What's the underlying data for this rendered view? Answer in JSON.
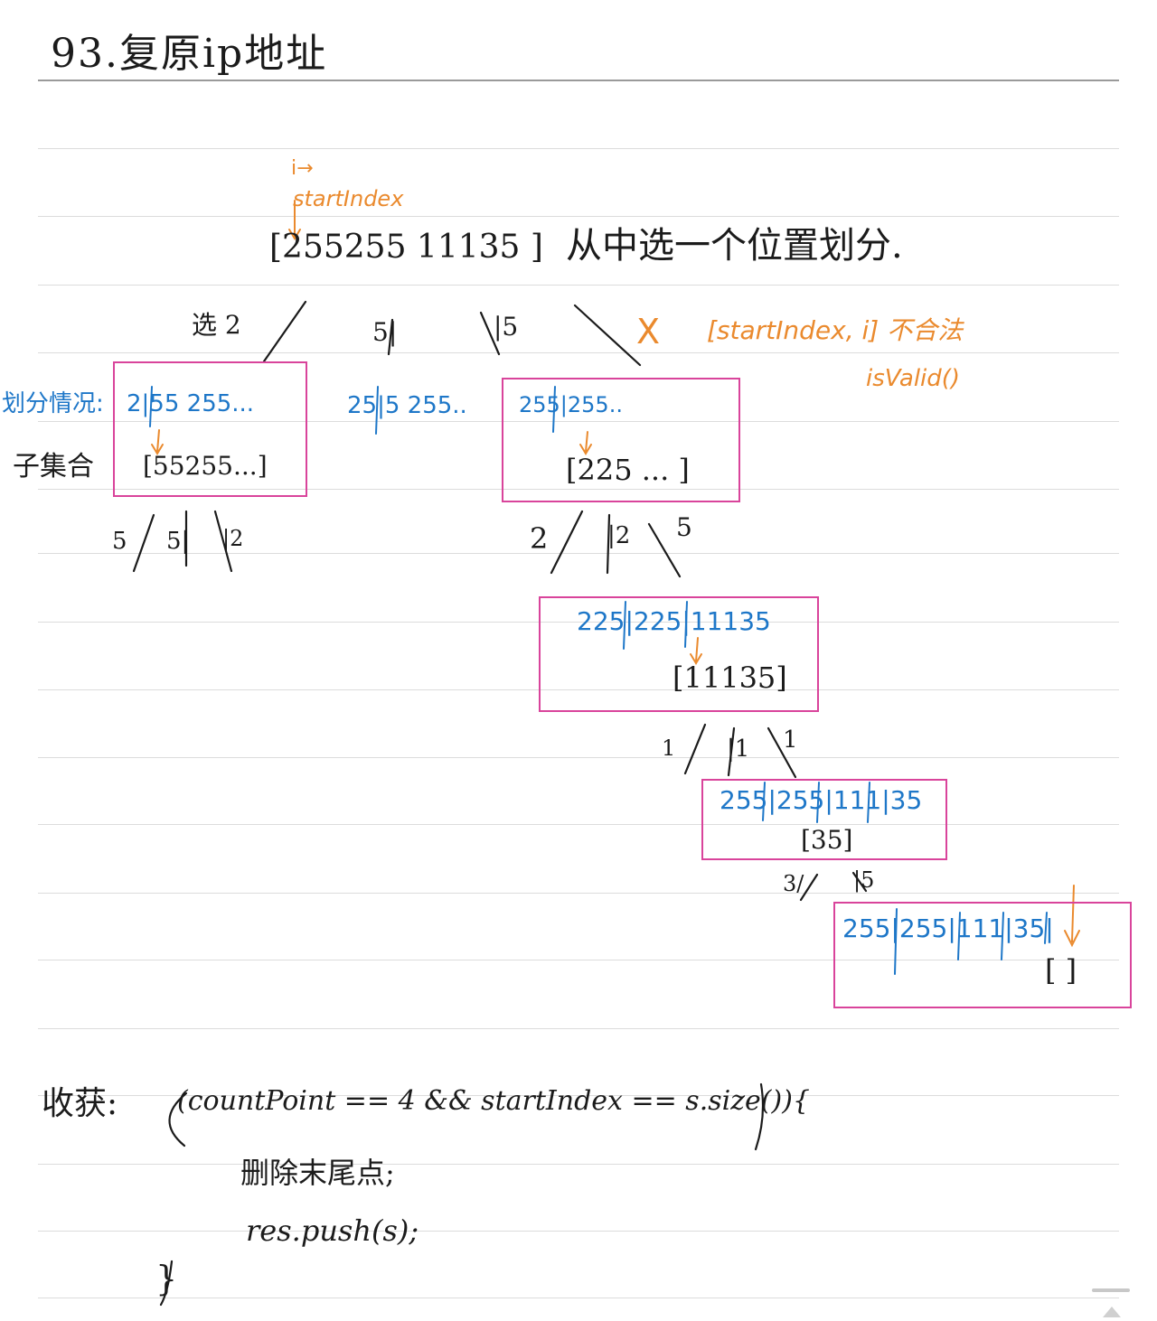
{
  "title": "93.复原ip地址",
  "top_note": {
    "i_arrow": "i→",
    "start_index": "startIndex",
    "array": "[255255 11135 ]",
    "description": "从中选一个位置划分."
  },
  "branch_labels": {
    "choose_2": "选 2",
    "b5": "5|",
    "b_5": "|5",
    "x_mark": "X",
    "range": "[startIndex, i] 不合法",
    "is_valid": "isValid()"
  },
  "side_labels": {
    "split_case": "划分情况:",
    "subset": "子集合"
  },
  "nodes": {
    "n1_split": "2|55 255...",
    "n1_subset": "[55255...]",
    "n2_split": "25|5 255..",
    "n3_split": "255|255..",
    "n3_subset": "[225 ... ]",
    "n1_children": [
      "5",
      "5|",
      "|2"
    ],
    "n3_children": [
      "2",
      "|2",
      "5"
    ],
    "n4_split": "225|225|11135",
    "n4_subset": "[11135]",
    "n4_children": [
      "1",
      "|1",
      "1"
    ],
    "n5_split": "255|255|111|35",
    "n5_subset": "[35]",
    "n5_children": [
      "3/",
      "|5"
    ],
    "n6_split": "255|255|111|35|",
    "n6_subset": "[ ]"
  },
  "code": {
    "label": "收获:",
    "condition": "(countPoint == 4 && startIndex == s.size()){",
    "line1": "删除末尾点;",
    "line2": "res.push(s);",
    "close": "}"
  },
  "colors": {
    "ink": "#1b1b1b",
    "blue": "#1e77c8",
    "orange": "#ea8a2e",
    "box": "#d9449b",
    "rule": "#dcdcdc"
  }
}
